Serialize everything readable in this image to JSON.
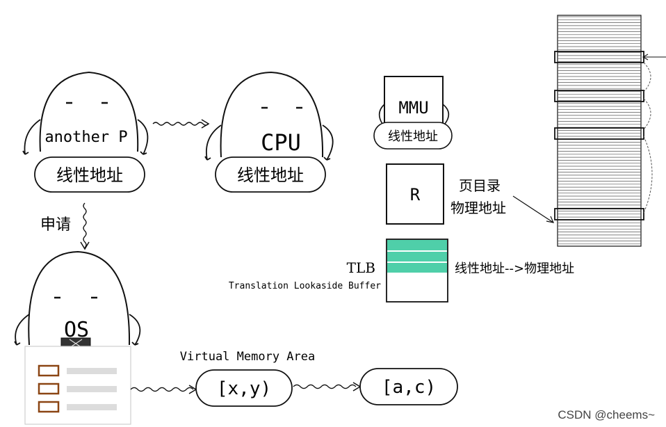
{
  "characters": {
    "another_p": {
      "label": "another P",
      "pill": "线性地址"
    },
    "cpu": {
      "label": "CPU",
      "pill": "线性地址"
    },
    "os": {
      "label": "OS"
    }
  },
  "request_label": "申请",
  "mmu": {
    "label": "MMU",
    "pill": "线性地址"
  },
  "register": {
    "label": "R",
    "note_line1": "页目录",
    "note_line2": "物理地址"
  },
  "tlb": {
    "label": "TLB",
    "full_name": "Translation Lookaside Buffer",
    "mapping": "线性地址-->物理地址",
    "accent_color": "#4fcfa9"
  },
  "vma": {
    "title": "Virtual Memory Area",
    "range1": "[x,y)",
    "range2": "[a,c)"
  },
  "watermark": "CSDN @cheems~"
}
